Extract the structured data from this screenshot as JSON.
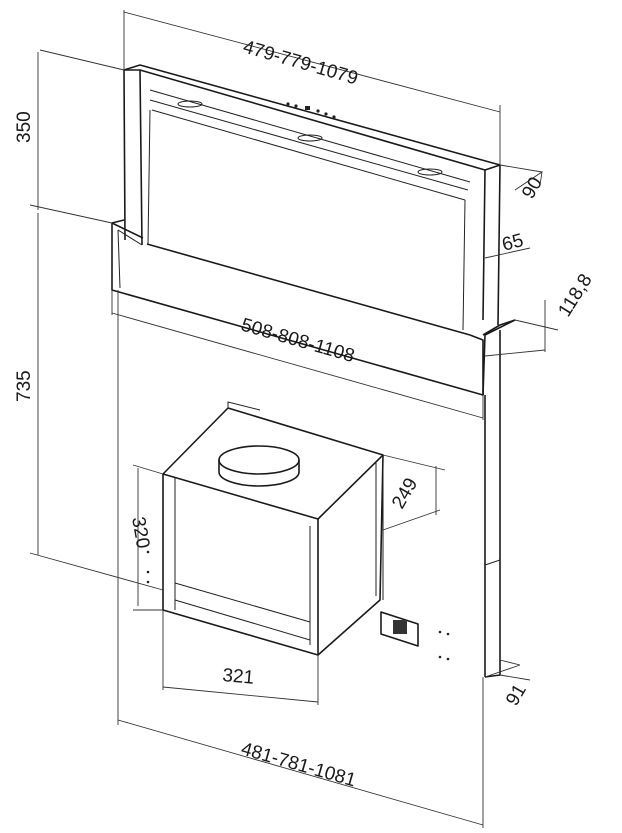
{
  "dimensions": {
    "overall_top_width": "479-779-1079",
    "height_above_counter": "350",
    "depth_top": "90",
    "thickness": "65",
    "frame_depth": "118,8",
    "frame_width": "508-808-1108",
    "height_below_counter": "735",
    "motor_depth": "249",
    "motor_height": "320",
    "motor_width": "321",
    "bottom_depth": "91",
    "overall_bottom_width": "481-781-1081"
  }
}
